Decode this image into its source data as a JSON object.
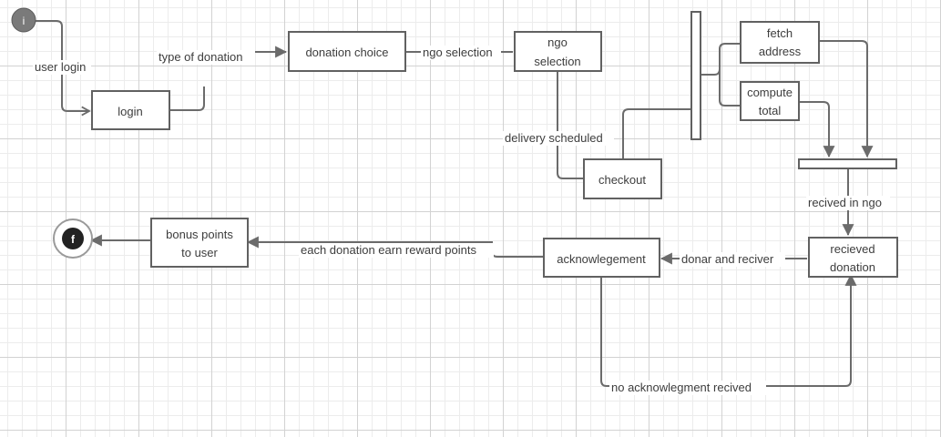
{
  "nodes": {
    "start": {
      "glyph": "i"
    },
    "login": {
      "label": "login"
    },
    "donation_choice": {
      "label": "donation choice"
    },
    "ngo_selection": {
      "line1": "ngo",
      "line2": "selection"
    },
    "checkout": {
      "label": "checkout"
    },
    "fetch_address": {
      "line1": "fetch",
      "line2": "address"
    },
    "compute_total": {
      "line1": "compute",
      "line2": "total"
    },
    "recieved_donation": {
      "line1": "recieved",
      "line2": "donation"
    },
    "acknowlegement": {
      "label": "acknowlegement"
    },
    "bonus_points": {
      "line1": "bonus points",
      "line2": "to user"
    },
    "end": {
      "glyph": "f"
    }
  },
  "edges": {
    "user_login": "user login",
    "type_of_donation": "type of donation",
    "ngo_selection": "ngo selection",
    "delivery_scheduled": "delivery scheduled",
    "recived_in_ngo": "recived in ngo",
    "donar_and_reciver": "donar and reciver",
    "each_donation_earn_reward_points": "each donation earn reward points",
    "no_acknowlegment_recived": "no acknowlegment recived"
  },
  "colors": {
    "node_border": "#616161",
    "edge_stroke": "#6b6b6b",
    "start_fill": "#7a7a7a",
    "end_fill": "#222222",
    "grid_major": "#d2d2d2",
    "grid_minor": "#ececec"
  }
}
